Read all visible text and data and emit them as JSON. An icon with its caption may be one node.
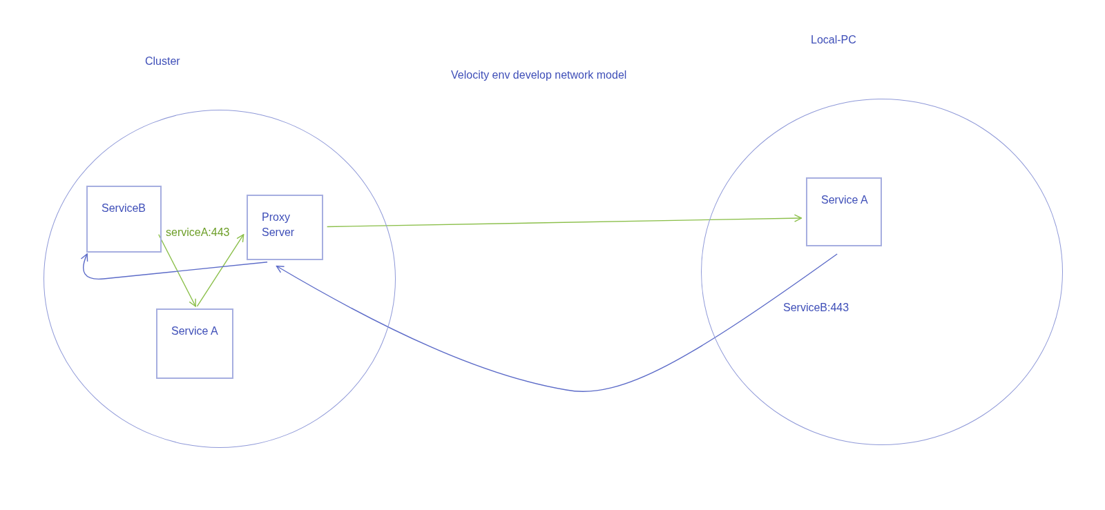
{
  "diagram": {
    "title": "Velocity env develop network model",
    "nodes": [
      {
        "text": [
          "Cluster"
        ]
      },
      {
        "text": [
          "ServiceB"
        ],
        "in": 0
      },
      {
        "text": [
          "Proxy Server"
        ],
        "in": 0
      },
      {
        "text": [
          "Service A"
        ],
        "in": 0
      },
      {
        "text": [
          "Local-PC"
        ]
      },
      {
        "text": [
          "Service A"
        ],
        "in": 4
      }
    ],
    "edges": [
      {
        "from": 1,
        "to": 3,
        "arrow": "to",
        "label": "serviceA:443"
      },
      {
        "from": 3,
        "to": 2,
        "arrow": "to"
      },
      {
        "from": 2,
        "to": 5,
        "arrow": "to"
      },
      {
        "from": 5,
        "to": 2,
        "arrow": "to",
        "label": "ServiceB:443",
        "color": "#5c6bc8"
      },
      {
        "from": 2,
        "to": 1,
        "arrow": "to",
        "color": "#5c6bc8"
      }
    ]
  }
}
